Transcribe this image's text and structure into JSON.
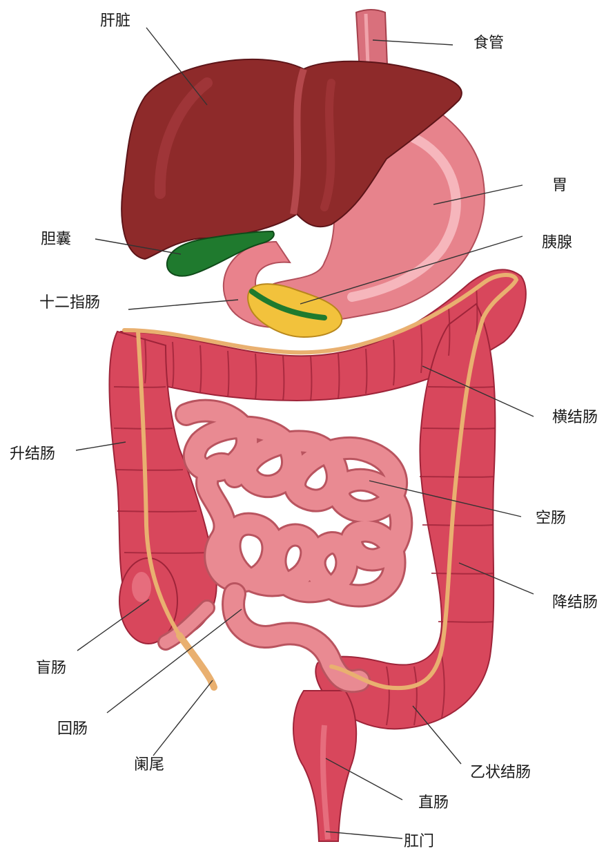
{
  "labels": {
    "liver": "肝脏",
    "esophagus": "食管",
    "stomach": "胃",
    "gallbladder": "胆囊",
    "pancreas": "胰腺",
    "duodenum": "十二指肠",
    "transverse_colon": "横结肠",
    "ascending_colon": "升结肠",
    "jejunum": "空肠",
    "descending_colon": "降结肠",
    "cecum": "盲肠",
    "ileum": "回肠",
    "appendix": "阑尾",
    "sigmoid_colon": "乙状结肠",
    "rectum": "直肠",
    "anus": "肛门"
  },
  "colors": {
    "liver": "#8e2a2a",
    "liver_dark": "#6e1c1e",
    "stomach": "#e7838c",
    "stomach_light": "#f3aab0",
    "colon": "#d8475c",
    "colon_dark": "#9e2439",
    "small_intestine": "#e98a92",
    "small_intestine_dark": "#b9545f",
    "gallbladder": "#1f7a2e",
    "pancreas": "#f2c23c",
    "vessel": "#e9b070",
    "line": "#333333"
  }
}
